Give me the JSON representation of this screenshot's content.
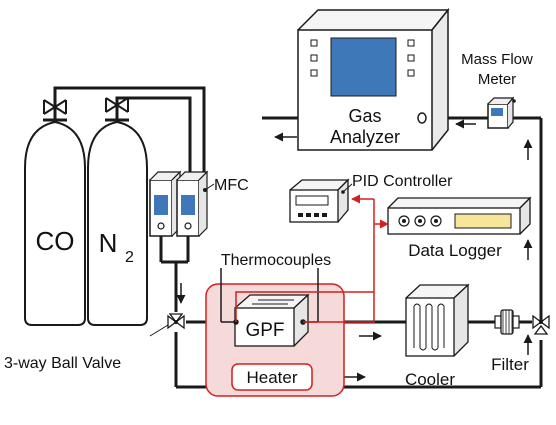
{
  "labels": {
    "gas_analyzer_line1": "Gas",
    "gas_analyzer_line2": "Analyzer",
    "mass_flow_meter_line1": "Mass Flow",
    "mass_flow_meter_line2": "Meter",
    "mfc": "MFC",
    "pid_controller": "PID Controller",
    "data_logger": "Data Logger",
    "thermocouples": "Thermocouples",
    "gpf": "GPF",
    "heater": "Heater",
    "cooler": "Cooler",
    "filter": "Filter",
    "three_way_valve": "3-way Ball Valve",
    "co_cylinder": "CO",
    "n2_cylinder_main": "N",
    "n2_cylinder_sub": "2"
  },
  "colors": {
    "line": "#1a1a1a",
    "red": "#d42020",
    "heater_fill": "#f6dada",
    "screen_blue": "#3f78b8",
    "display_yellow": "#f7e59a"
  }
}
